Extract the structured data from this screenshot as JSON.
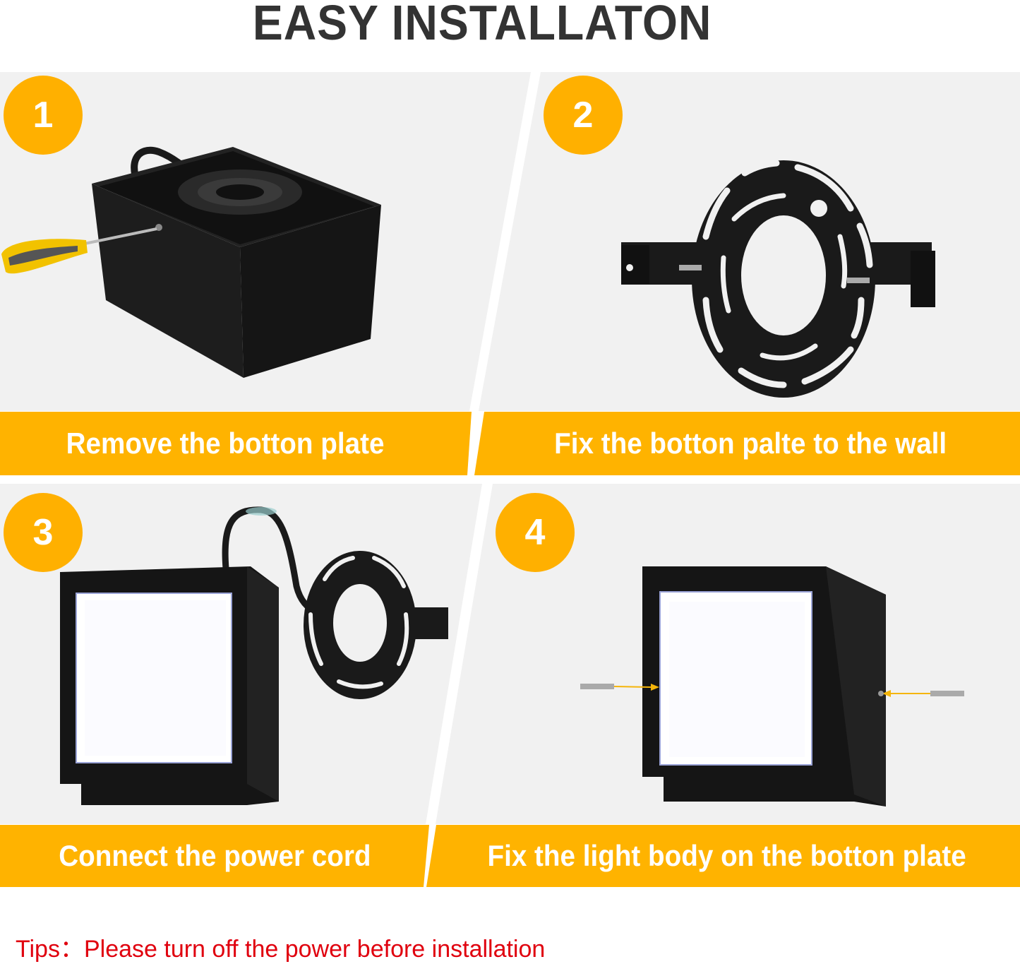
{
  "title": "EASY INSTALLATON",
  "colors": {
    "accent": "#FFB300",
    "panel_bg": "#F1F1F1",
    "title": "#333333",
    "tips": "#E0000E",
    "product": "#1A1A1A"
  },
  "steps": [
    {
      "number": "1",
      "caption": "Remove the botton plate",
      "illustration": "light-housing-with-screwdriver"
    },
    {
      "number": "2",
      "caption": "Fix the botton palte to the wall",
      "illustration": "mounting-bracket-with-screws"
    },
    {
      "number": "3",
      "caption": "Connect the power cord",
      "illustration": "light-with-cord-and-bracket"
    },
    {
      "number": "4",
      "caption": "Fix the light body on the botton plate",
      "illustration": "light-with-side-screws"
    }
  ],
  "tips": "Tips：Please turn off the power before installation"
}
